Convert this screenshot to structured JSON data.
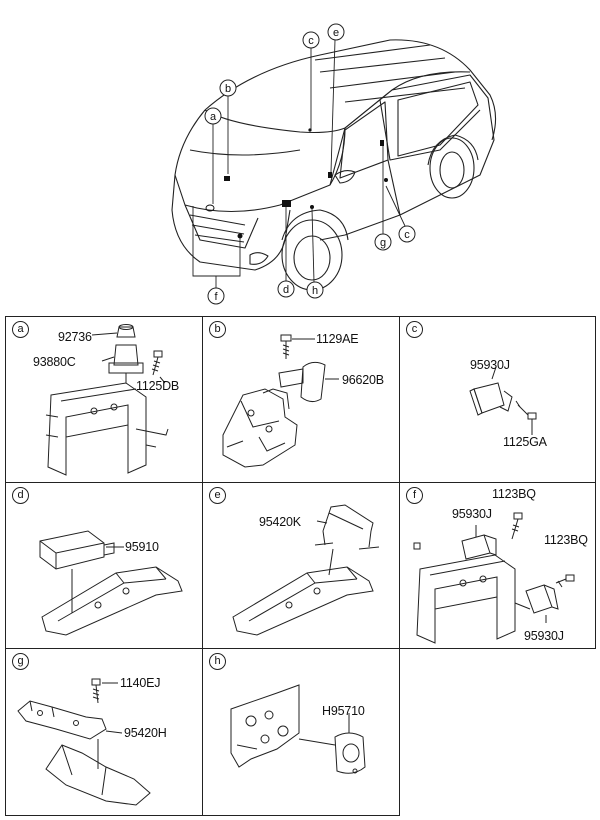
{
  "callouts": {
    "a": "a",
    "b": "b",
    "c1": "c",
    "c2": "c",
    "d": "d",
    "e": "e",
    "f": "f",
    "g": "g",
    "h": "h"
  },
  "cells": [
    {
      "letter": "a",
      "parts": [
        "92736",
        "93880C",
        "1125DB"
      ]
    },
    {
      "letter": "b",
      "parts": [
        "1129AE",
        "96620B"
      ]
    },
    {
      "letter": "c",
      "parts": [
        "95930J",
        "1125GA"
      ]
    },
    {
      "letter": "d",
      "parts": [
        "95910"
      ]
    },
    {
      "letter": "e",
      "parts": [
        "95420K"
      ]
    },
    {
      "letter": "f",
      "parts": [
        "1123BQ",
        "95930J",
        "1123BQ",
        "95930J"
      ]
    },
    {
      "letter": "g",
      "parts": [
        "1140EJ",
        "95420H"
      ]
    },
    {
      "letter": "h",
      "parts": [
        "H95710"
      ]
    }
  ]
}
